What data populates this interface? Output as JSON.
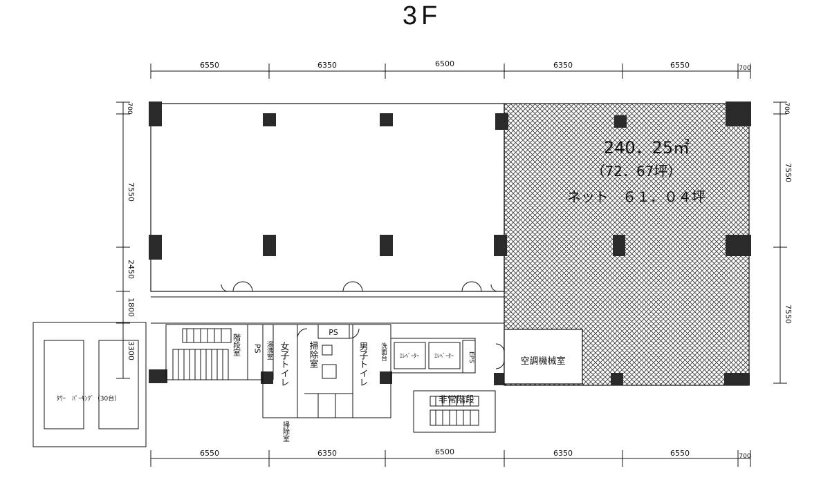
{
  "floor_title": "3F",
  "dimensions": {
    "top": [
      "6550",
      "6350",
      "6500",
      "6350",
      "6550",
      "700"
    ],
    "bottom": [
      "6550",
      "6350",
      "6500",
      "6350",
      "6550",
      "700"
    ],
    "left": [
      "700",
      "7550",
      "2450",
      "1800",
      "3300"
    ],
    "right": [
      "700",
      "7550",
      "7550"
    ]
  },
  "leased_area": {
    "area_m2": "240．25㎡",
    "area_tsubo": "（72．67坪）",
    "net": "ネット　６１．０４坪"
  },
  "rooms": {
    "stairs": "階段室",
    "ps_left": "PS",
    "water_heater": "湯沸室",
    "womens_toilet": "女子トイレ",
    "janitor": "掃除室",
    "ps_center": "PS",
    "mens_toilet": "男子トイレ",
    "wash": "洗面台",
    "elevator_1": "ｴﾚﾍﾞｰﾀｰ",
    "elevator_2": "ｴﾚﾍﾞｰﾀｰ",
    "eps": "EPS",
    "machine_room": "空調機械室",
    "emergency_stairs": "非常階段",
    "janitor_below": "掃除室",
    "parking": "ﾀﾜｰ　ﾊﾟｰｷﾝｸﾞ（30台）"
  },
  "colors": {
    "line": "#111111",
    "column": "#2a2a2a",
    "hatch": "#333333"
  }
}
